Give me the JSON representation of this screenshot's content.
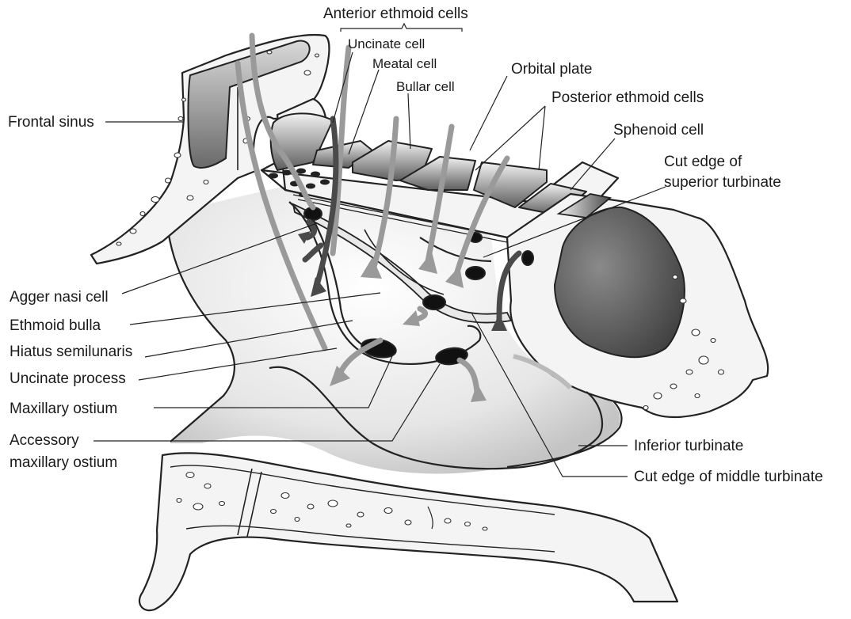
{
  "labels": {
    "anterior_ethmoid_cells": "Anterior ethmoid cells",
    "uncinate_cell": "Uncinate cell",
    "meatal_cell": "Meatal cell",
    "bullar_cell": "Bullar cell",
    "orbital_plate": "Orbital plate",
    "posterior_ethmoid_cells": "Posterior ethmoid cells",
    "sphenoid_cell": "Sphenoid cell",
    "cut_edge_superior_line1": "Cut edge of",
    "cut_edge_superior_line2": "superior turbinate",
    "frontal_sinus": "Frontal sinus",
    "agger_nasi_cell": "Agger nasi cell",
    "ethmoid_bulla": "Ethmoid bulla",
    "hiatus_semilunaris": "Hiatus semilunaris",
    "uncinate_process": "Uncinate process",
    "maxillary_ostium": "Maxillary ostium",
    "accessory_line1": "Accessory",
    "accessory_line2": "maxillary ostium",
    "inferior_turbinate": "Inferior turbinate",
    "cut_edge_middle_turbinate": "Cut edge of middle turbinate"
  },
  "colors": {
    "ink": "#222222",
    "bone_fill": "#f4f4f4",
    "arrow_light": "#9a9a9a",
    "arrow_dark": "#4a4a4a",
    "ostium": "#111111"
  }
}
